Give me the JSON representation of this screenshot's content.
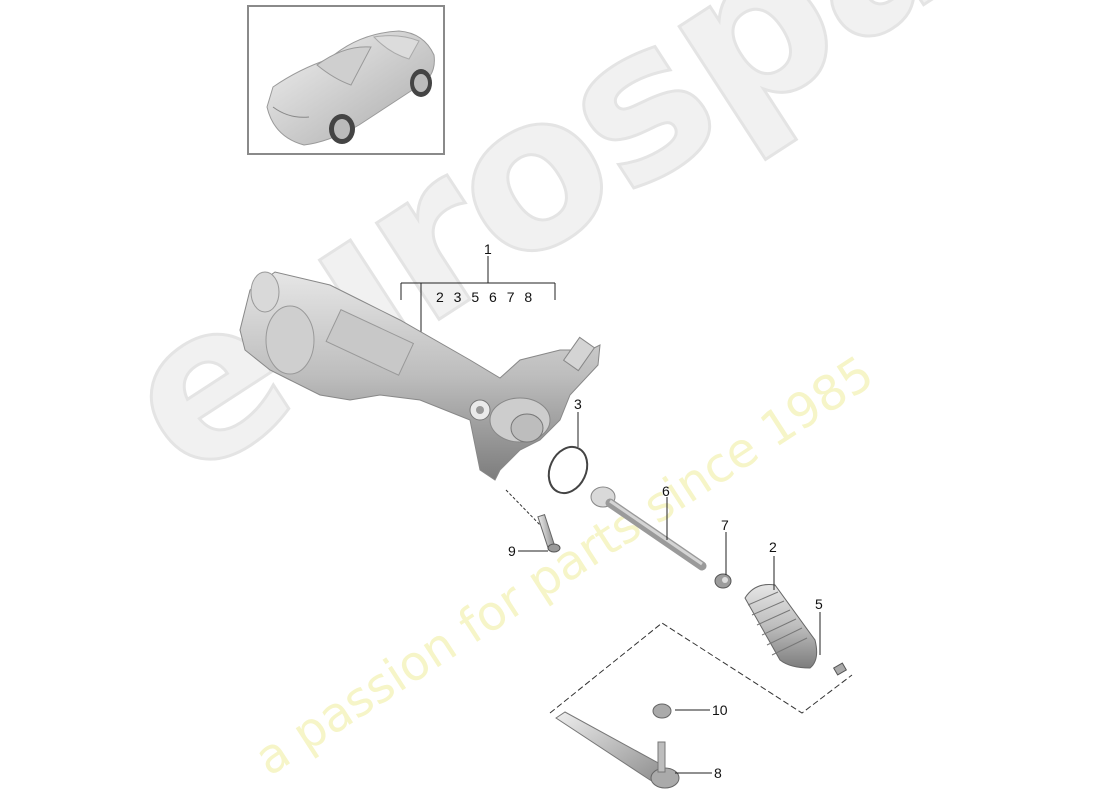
{
  "diagram": {
    "title_thumbnail": "car-overview-thumbnail",
    "group_label": "1",
    "group_members": "2 3 5 6 7 8",
    "callouts": [
      {
        "id": "1",
        "part": "steering-gear-assembly"
      },
      {
        "id": "2",
        "part": "bellows-boot"
      },
      {
        "id": "3",
        "part": "o-ring-seal"
      },
      {
        "id": "5",
        "part": "clamp"
      },
      {
        "id": "6",
        "part": "tie-rod"
      },
      {
        "id": "7",
        "part": "nut"
      },
      {
        "id": "8",
        "part": "tie-rod-end"
      },
      {
        "id": "9",
        "part": "bolt"
      },
      {
        "id": "10",
        "part": "self-locking-nut"
      }
    ]
  },
  "watermark": {
    "brand": "eurospares",
    "tagline": "a passion for parts since 1985",
    "brand_color": "#e8e8e8",
    "tagline_color": "#f5f3b8"
  }
}
